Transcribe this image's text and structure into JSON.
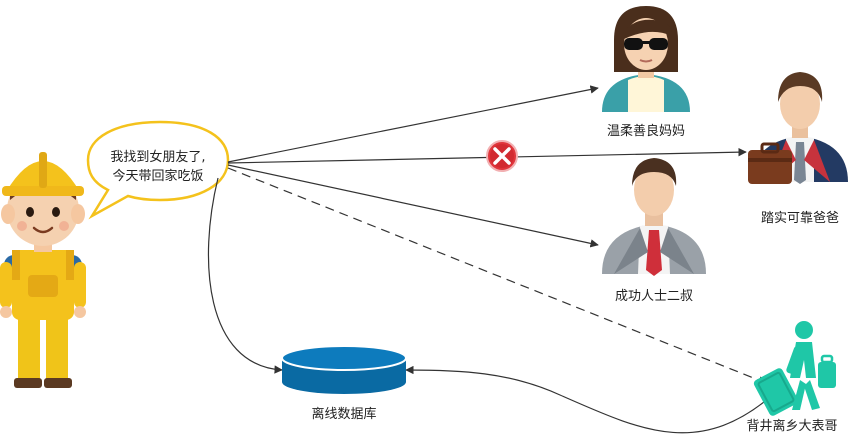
{
  "speech_bubble": {
    "line1": "我找到女朋友了,",
    "line2": "今天带回家吃饭"
  },
  "nodes": {
    "mom": "温柔善良妈妈",
    "dad": "踏实可靠爸爸",
    "uncle": "成功人士二叔",
    "database": "离线数据库",
    "cousin": "背井离乡大表哥"
  },
  "colors": {
    "helmet": "#f4c21c",
    "database": "#0a6aa3",
    "teal": "#1fc7a7",
    "reject": "#e0353b",
    "arrow": "#333333",
    "bubble_border": "#f4c21c"
  }
}
